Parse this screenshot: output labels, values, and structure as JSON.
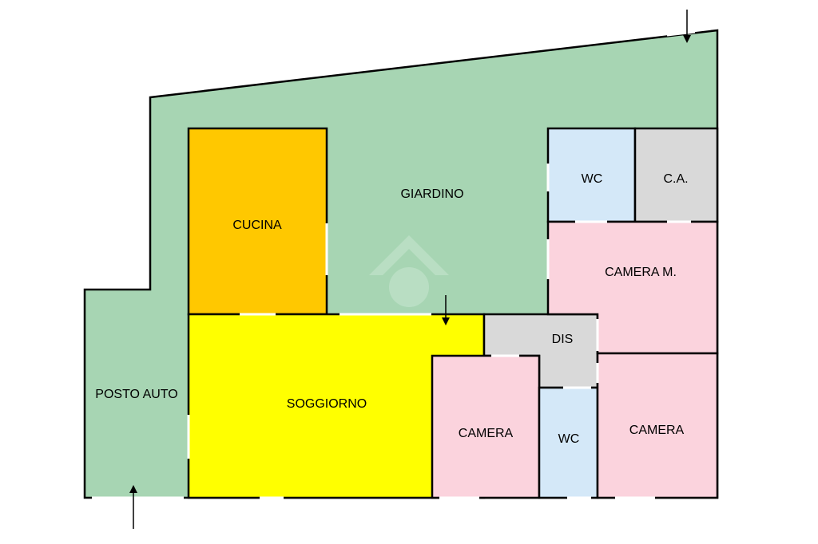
{
  "colors": {
    "garden": "#a7d5b3",
    "kitchen": "#ffc800",
    "living": "#ffff00",
    "bathroom": "#d4e8f8",
    "utility": "#d9d9d9",
    "bedroom": "#fbd3dd",
    "watermark": "#c9e7d1"
  },
  "rooms": {
    "giardino": "GIARDINO",
    "cucina": "CUCINA",
    "wc_top": "WC",
    "ca": "C.A.",
    "camera_m": "CAMERA M.",
    "dis": "DIS",
    "soggiorno": "SOGGIORNO",
    "camera_center": "CAMERA",
    "wc_bottom": "WC",
    "camera_right": "CAMERA",
    "posto_auto": "POSTO AUTO"
  },
  "icons": {
    "entrance_arrows": "arrow-icon",
    "watermark": "house-logo-icon"
  }
}
